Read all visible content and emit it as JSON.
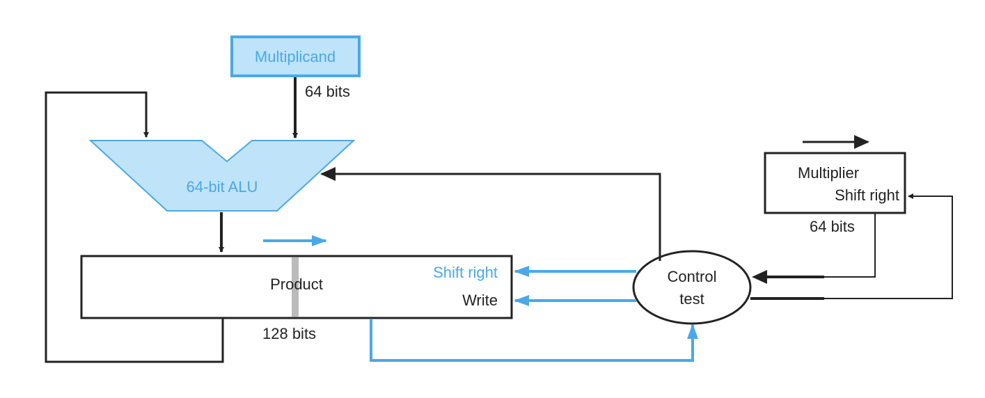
{
  "multiplicand": {
    "label": "Multiplicand",
    "width_label": "64 bits"
  },
  "alu": {
    "label": "64-bit ALU"
  },
  "product": {
    "label": "Product",
    "shift_label": "Shift right",
    "write_label": "Write",
    "width_label": "128 bits"
  },
  "multiplier": {
    "label": "Multiplier",
    "shift_label": "Shift right",
    "width_label": "64 bits"
  },
  "control": {
    "line1": "Control",
    "line2": "test"
  },
  "colors": {
    "accent": "#4aa8e8",
    "accent_fill": "#bfe3f8",
    "line": "#222222",
    "separator": "#bbbbbb"
  }
}
